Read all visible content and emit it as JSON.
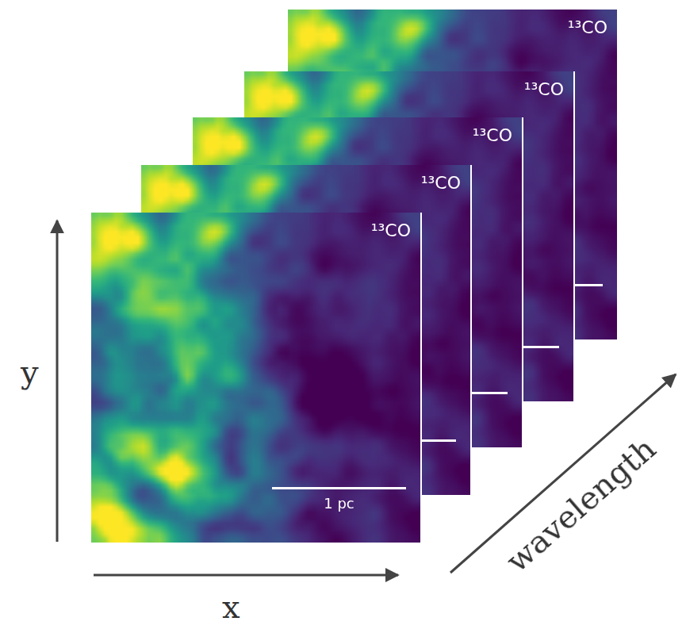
{
  "diagram": {
    "nodes": [
      {
        "text": [
          "¹³CO"
        ]
      },
      {
        "text": [
          "¹³CO"
        ]
      },
      {
        "text": [
          "¹³CO"
        ]
      },
      {
        "text": [
          "¹³CO"
        ]
      },
      {
        "text": [
          "¹³CO",
          "1 pc"
        ]
      }
    ],
    "labels": [
      "y",
      "x",
      "wavelength"
    ]
  }
}
